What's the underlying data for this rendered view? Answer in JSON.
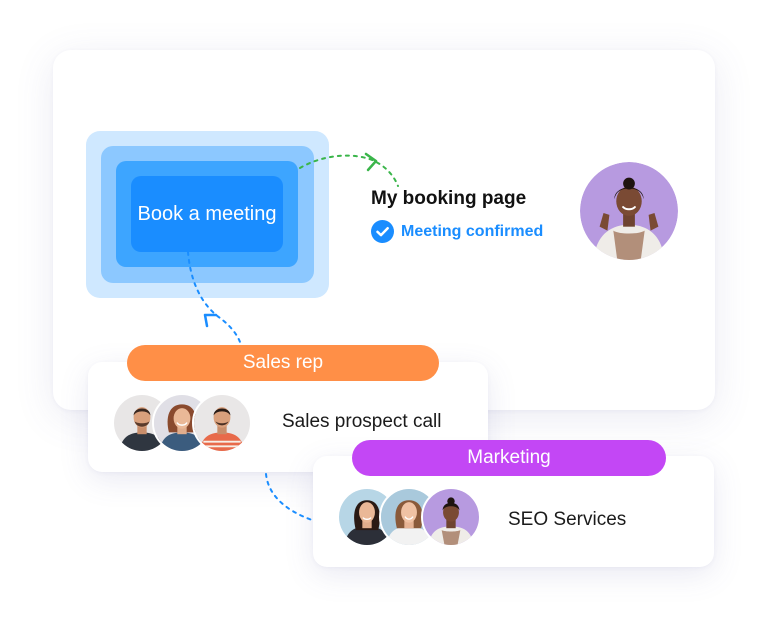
{
  "booking": {
    "button_label": "Book a meeting",
    "page_title": "My booking page",
    "status": "Meeting confirmed"
  },
  "teams": {
    "sales": {
      "tag": "Sales rep",
      "label": "Sales prospect call"
    },
    "marketing": {
      "tag": "Marketing",
      "label": "SEO Services"
    }
  },
  "colors": {
    "brand_blue": "#1a8dff",
    "sales_orange": "#ff8f47",
    "marketing_purple": "#c347f5",
    "confirm_green": "#3ab54a"
  },
  "icons": {
    "status": "check-circle-icon",
    "connector_arrow": "arrow-head-icon"
  }
}
